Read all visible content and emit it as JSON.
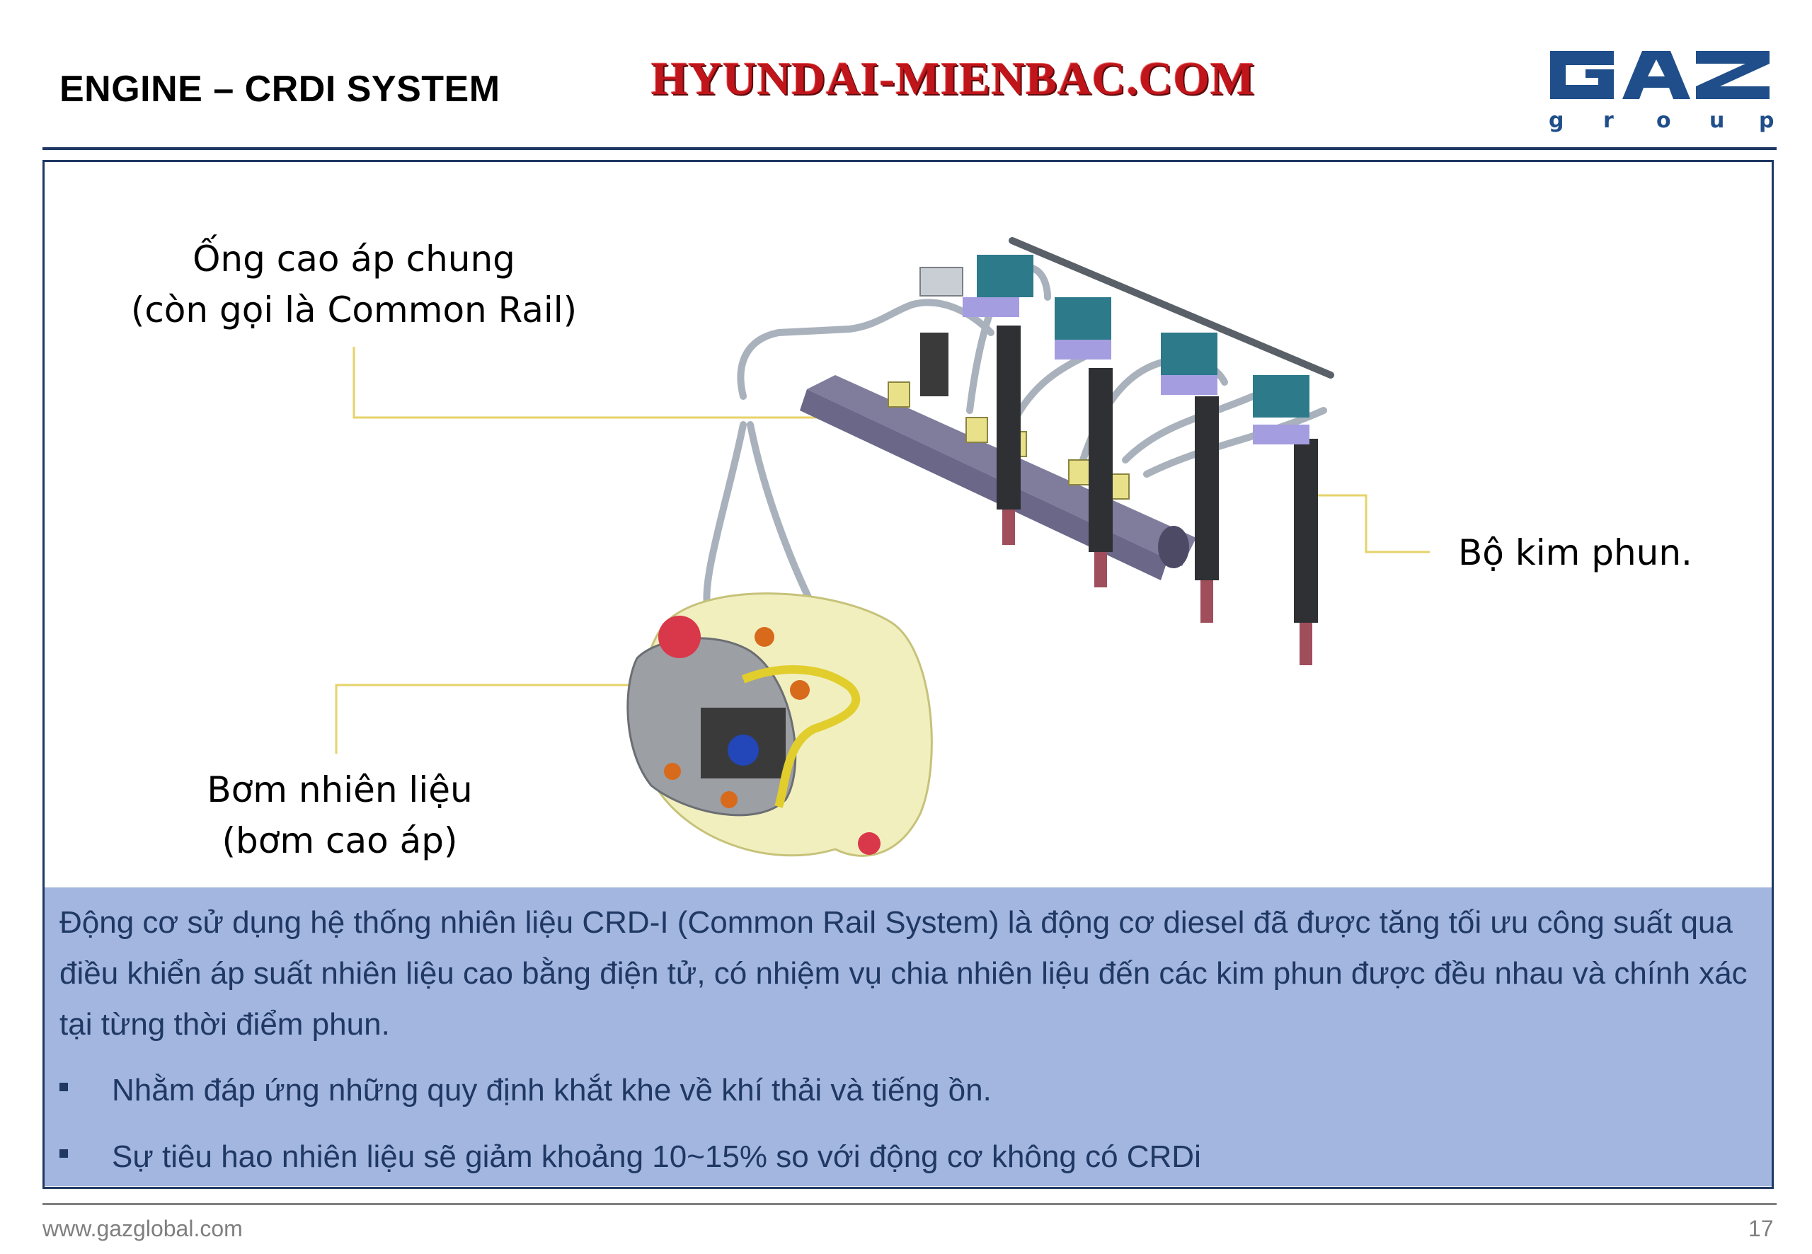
{
  "header": {
    "title": "ENGINE – CRDI SYSTEM",
    "watermark": "HYUNDAI-MIENBAC.COM",
    "logo": {
      "word": "GAZ",
      "sub": "g r o u p",
      "color": "#1f4e8a"
    }
  },
  "diagram": {
    "callouts": {
      "rail_line1": "Ống cao áp chung",
      "rail_line2": "(còn gọi là Common Rail)",
      "pump_line1": "Bơm nhiên liệu",
      "pump_line2": "(bơm cao áp)",
      "injector": "Bộ kim phun."
    },
    "leader_color": "#e6d36a"
  },
  "description": {
    "paragraph": "Động cơ sử dụng hệ thống nhiên liệu CRD-I (Common Rail System) là động cơ diesel đã được tăng tối ưu công suất qua điều khiển áp suất nhiên liệu cao bằng điện tử, có nhiệm vụ chia nhiên liệu đến các kim phun được đều nhau và chính  xác tại từng thời điểm phun.",
    "bullets": [
      "Nhằm đáp ứng những quy định khắt khe về khí thải và tiếng ồn.",
      "Sự tiêu hao nhiên liệu sẽ giảm khoảng 10~15% so với động cơ không có CRDi"
    ],
    "background": "#a3b6e0",
    "text_color": "#1f3864"
  },
  "footer": {
    "url": "www.gazglobal.com",
    "page": "17"
  }
}
